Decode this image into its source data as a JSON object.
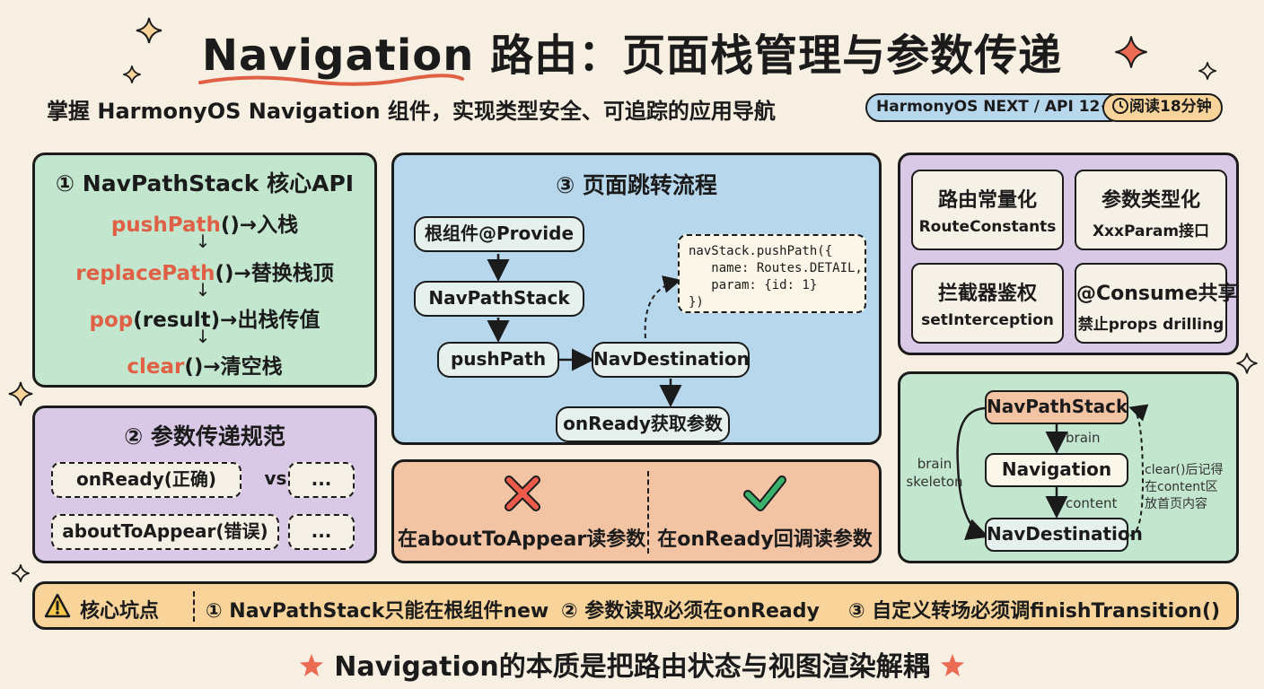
{
  "title": {
    "highlight": "Navigation",
    "rest": " 路由：页面栈管理与参数传递"
  },
  "subtitle": "掌握 HarmonyOS Navigation 组件，实现类型安全、可追踪的应用导航",
  "badges": {
    "version": "HarmonyOS NEXT / API 12+",
    "read_time": "阅读18分钟"
  },
  "panel1": {
    "title": "① NavPathStack 核心API",
    "items": [
      {
        "fn": "pushPath",
        "rest": "()→入栈"
      },
      {
        "fn": "replacePath",
        "rest": "()→替换栈顶"
      },
      {
        "fn": "pop",
        "rest": "(result)→出栈传值"
      },
      {
        "fn": "clear",
        "rest": "()→清空栈"
      }
    ]
  },
  "panel2": {
    "title": "② 参数传递规范",
    "correct": "onReady(正确)",
    "vs": "vs",
    "wrong": "aboutToAppear(错误)",
    "ellipsis": "..."
  },
  "panel3": {
    "title": "③ 页面跳转流程",
    "nodes": [
      "根组件@Provide",
      "NavPathStack",
      "pushPath",
      "NavDestination",
      "onReady获取参数"
    ],
    "code": "navStack.pushPath({\n   name: Routes.DETAIL,\n   param: {id: 1}\n})"
  },
  "compare": {
    "wrong": "在aboutToAppear读参数",
    "right": "在onReady回调读参数"
  },
  "cards": [
    {
      "t1": "路由常量化",
      "t2": "RouteConstants"
    },
    {
      "t1": "参数类型化",
      "t2": "XxxParam接口"
    },
    {
      "t1": "拦截器鉴权",
      "t2": "setInterception"
    },
    {
      "t1": "@Consume共享",
      "t2": "禁止props drilling"
    }
  ],
  "arch": {
    "stack": "NavPathStack",
    "navigation": "Navigation",
    "dest": "NavDestination",
    "brain": "brain",
    "content": "content",
    "left_label": "brain\nskeleton",
    "right_label": "clear()后记得\n在content区\n放首页内容"
  },
  "pitfalls": {
    "label": "核心坑点",
    "items": [
      "① NavPathStack只能在根组件new",
      "② 参数读取必须在onReady",
      "③ 自定义转场必须调finishTransition()"
    ]
  },
  "footer": "Navigation的本质是把路由状态与视图渲染解耦",
  "colors": {
    "accent": "#e06045",
    "green": "#c3e6cf",
    "purple": "#d9c9e6",
    "blue": "#b7d8ec",
    "orange": "#f2c4a4",
    "yellow": "#f8d49a"
  }
}
